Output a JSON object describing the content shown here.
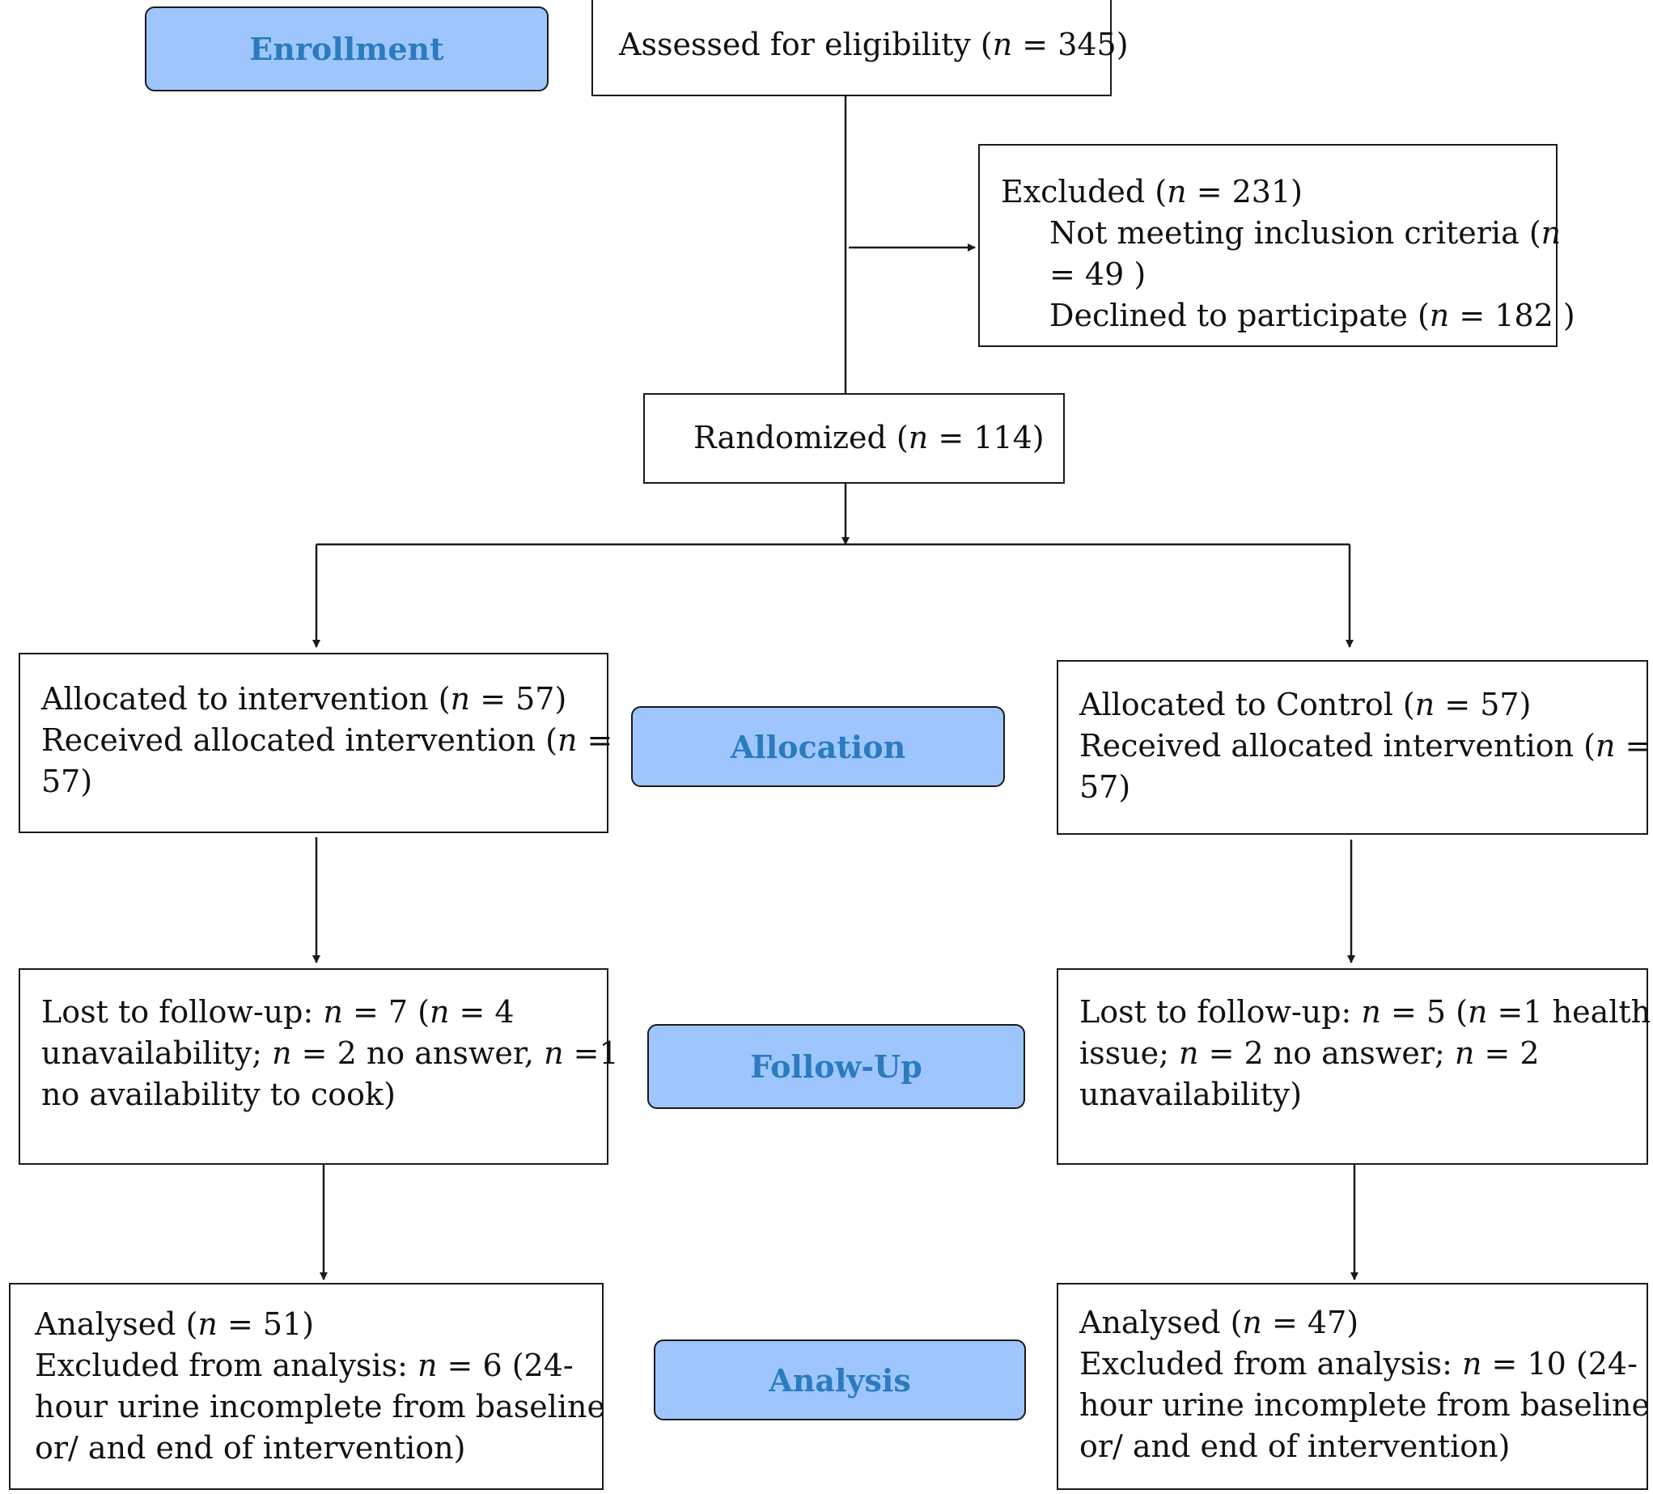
{
  "stages": {
    "enrollment": "Enrollment",
    "allocation": "Allocation",
    "follow_up": "Follow-Up",
    "analysis": "Analysis"
  },
  "assessed": {
    "prefix": "Assessed for eligibility (",
    "n": "n",
    "suffix": " = 345)"
  },
  "excluded": {
    "title_prefix": "Excluded (",
    "title_n": "n",
    "title_suffix": " = 231)",
    "line1_prefix": "Not meeting inclusion criteria (",
    "line1_n": "n",
    "line2": " = 49 )",
    "line3_prefix": "Declined to participate (",
    "line3_n": "n",
    "line3_suffix": " = 182 )"
  },
  "randomized": {
    "prefix": "Randomized (",
    "n": "n",
    "suffix": " = 114)"
  },
  "alloc_intervention": {
    "l1_prefix": "Allocated to intervention (",
    "l1_n": "n",
    "l1_suffix": " = 57)",
    "l2_prefix": "Received allocated intervention (",
    "l2_n": "n",
    "l2_suffix": " =",
    "l3": "57)"
  },
  "alloc_control": {
    "l1_prefix": "Allocated to Control (",
    "l1_n": "n",
    "l1_suffix": " = 57)",
    "l2_prefix": "Received allocated intervention (",
    "l2_n": "n",
    "l2_suffix": " =",
    "l3": "57)"
  },
  "followup_intervention": {
    "l1_a": "Lost to follow-up: ",
    "n1": "n",
    "l1_b": " = 7 (",
    "n2": "n",
    "l1_c": " = 4",
    "l2_a": "unavailability; ",
    "n3": "n",
    "l2_b": " = 2 no answer, ",
    "n4": "n",
    "l2_c": " =1",
    "l3": "no availability to cook)"
  },
  "followup_control": {
    "l1_a": "Lost to follow-up: ",
    "n1": "n",
    "l1_b": " = 5 (",
    "n2": "n",
    "l1_c": " =1 health",
    "l2_a": "issue; ",
    "n3": "n",
    "l2_b": " = 2 no answer; ",
    "n4": "n",
    "l2_c": " = 2",
    "l3": "unavailability)"
  },
  "analysis_intervention": {
    "l1_prefix": "Analysed (",
    "l1_n": "n",
    "l1_suffix": " = 51)",
    "l2_prefix": "Excluded from analysis: ",
    "l2_n": "n",
    "l2_suffix": " = 6 (24-",
    "l3": "hour urine incomplete from baseline",
    "l4": "or/ and end of intervention)"
  },
  "analysis_control": {
    "l1_prefix": "Analysed (",
    "l1_n": "n",
    "l1_suffix": " = 47)",
    "l2_prefix": "Excluded from analysis: ",
    "l2_n": "n",
    "l2_suffix": " = 10 (24-",
    "l3": "hour urine incomplete from baseline",
    "l4": "or/ and end of intervention)"
  },
  "colors": {
    "stage_fill": "#9fc6fc",
    "stage_text": "#2a7bc0",
    "border": "#1a1a1a"
  }
}
